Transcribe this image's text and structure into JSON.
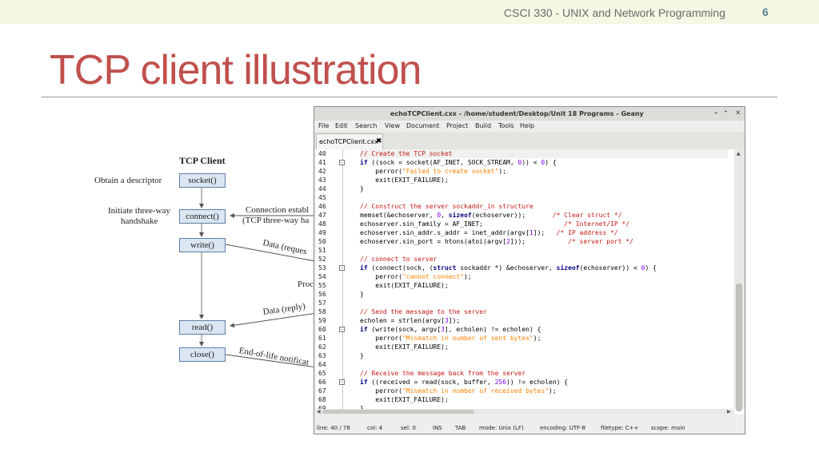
{
  "slide": {
    "course": "CSCI 330 - UNIX and Network Programming",
    "page_number": "6",
    "title": "TCP client illustration"
  },
  "diagram": {
    "heading": "TCP Client",
    "left_labels": [
      "Obtain a descriptor",
      "Initiate three-way",
      "handshake"
    ],
    "functions": [
      "socket()",
      "connect()",
      "write()",
      "read()",
      "close()"
    ],
    "right_labels": [
      "Connection establ",
      "(TCP three-way ha",
      "Data (reques",
      "Proc",
      "Data (reply)",
      "End-of-life notificat"
    ]
  },
  "window": {
    "title": "echoTCPClient.cxx - /home/student/Desktop/Unit 18 Programs - Geany",
    "buttons": [
      "–",
      "⁺",
      "✕"
    ],
    "menu": [
      "File",
      "Edit",
      "Search",
      "View",
      "Document",
      "Project",
      "Build",
      "Tools",
      "Help"
    ],
    "tab_label": "echoTCPClient.cxx",
    "tab_close": "✖",
    "line_numbers": [
      "40",
      "41",
      "42",
      "43",
      "44",
      "45",
      "46",
      "47",
      "48",
      "49",
      "50",
      "51",
      "52",
      "53",
      "54",
      "55",
      "56",
      "57",
      "58",
      "59",
      "60",
      "61",
      "62",
      "63",
      "64",
      "65",
      "66",
      "67",
      "68",
      "69"
    ],
    "code": {
      "l40": "// Create the TCP socket",
      "l41a": "if",
      "l41b": " ((sock = socket(AF_INET, SOCK_STREAM, ",
      "l41c": "0",
      "l41d": ")) < ",
      "l41e": "0",
      "l41f": ") {",
      "l42a": "    perror(",
      "l42b": "\"Failed to create socket\"",
      "l42c": ");",
      "l43": "    exit(EXIT_FAILURE);",
      "l44": "}",
      "l46": "// Construct the server sockaddr_in structure",
      "l47a": "memset(&echoserver, ",
      "l47b": "0",
      "l47c": ", ",
      "l47d": "sizeof",
      "l47e": "(echoserver));       ",
      "l47f": "/* Clear struct */",
      "l48a": "echoserver.sin_family = AF_INET;                     ",
      "l48b": "/* Internet/IP */",
      "l49a": "echoserver.sin_addr.s_addr = inet_addr(argv[",
      "l49b": "1",
      "l49c": "]);   ",
      "l49d": "/* IP address */",
      "l50a": "echoserver.sin_port = htons(atoi(argv[",
      "l50b": "2",
      "l50c": "]));           ",
      "l50d": "/* server port */",
      "l52": "// connect to server",
      "l53a": "if",
      "l53b": " (connect(sock, (",
      "l53c": "struct",
      "l53d": " sockaddr *) &echoserver, ",
      "l53e": "sizeof",
      "l53f": "(echoserver)) < ",
      "l53g": "0",
      "l53h": ") {",
      "l54a": "    perror(",
      "l54b": "\"cannot connect\"",
      "l54c": ");",
      "l55": "    exit(EXIT_FAILURE);",
      "l56": "}",
      "l58": "// Send the message to the server",
      "l59a": "echolen = strlen(argv[",
      "l59b": "3",
      "l59c": "]);",
      "l60a": "if",
      "l60b": " (write(sock, argv[",
      "l60c": "3",
      "l60d": "], echolen) != echolen) {",
      "l61a": "    perror(",
      "l61b": "\"Mismatch in number of sent bytes\"",
      "l61c": ");",
      "l62": "    exit(EXIT_FAILURE);",
      "l63": "}",
      "l65": "// Receive the message back from the server",
      "l66a": "if",
      "l66b": " ((received = read(sock, buffer, ",
      "l66c": "256",
      "l66d": ")) != echolen) {",
      "l67a": "    perror(",
      "l67b": "\"Mismatch in number of received bytes\"",
      "l67c": ");",
      "l68": "    exit(EXIT_FAILURE);",
      "l69": "}"
    },
    "status": [
      "line: 40 / 78",
      "col: 4",
      "sel: 0",
      "INS",
      "TAB",
      "mode: Unix (LF)",
      "encoding: UTF-8",
      "filetype: C++",
      "scope: main"
    ]
  }
}
